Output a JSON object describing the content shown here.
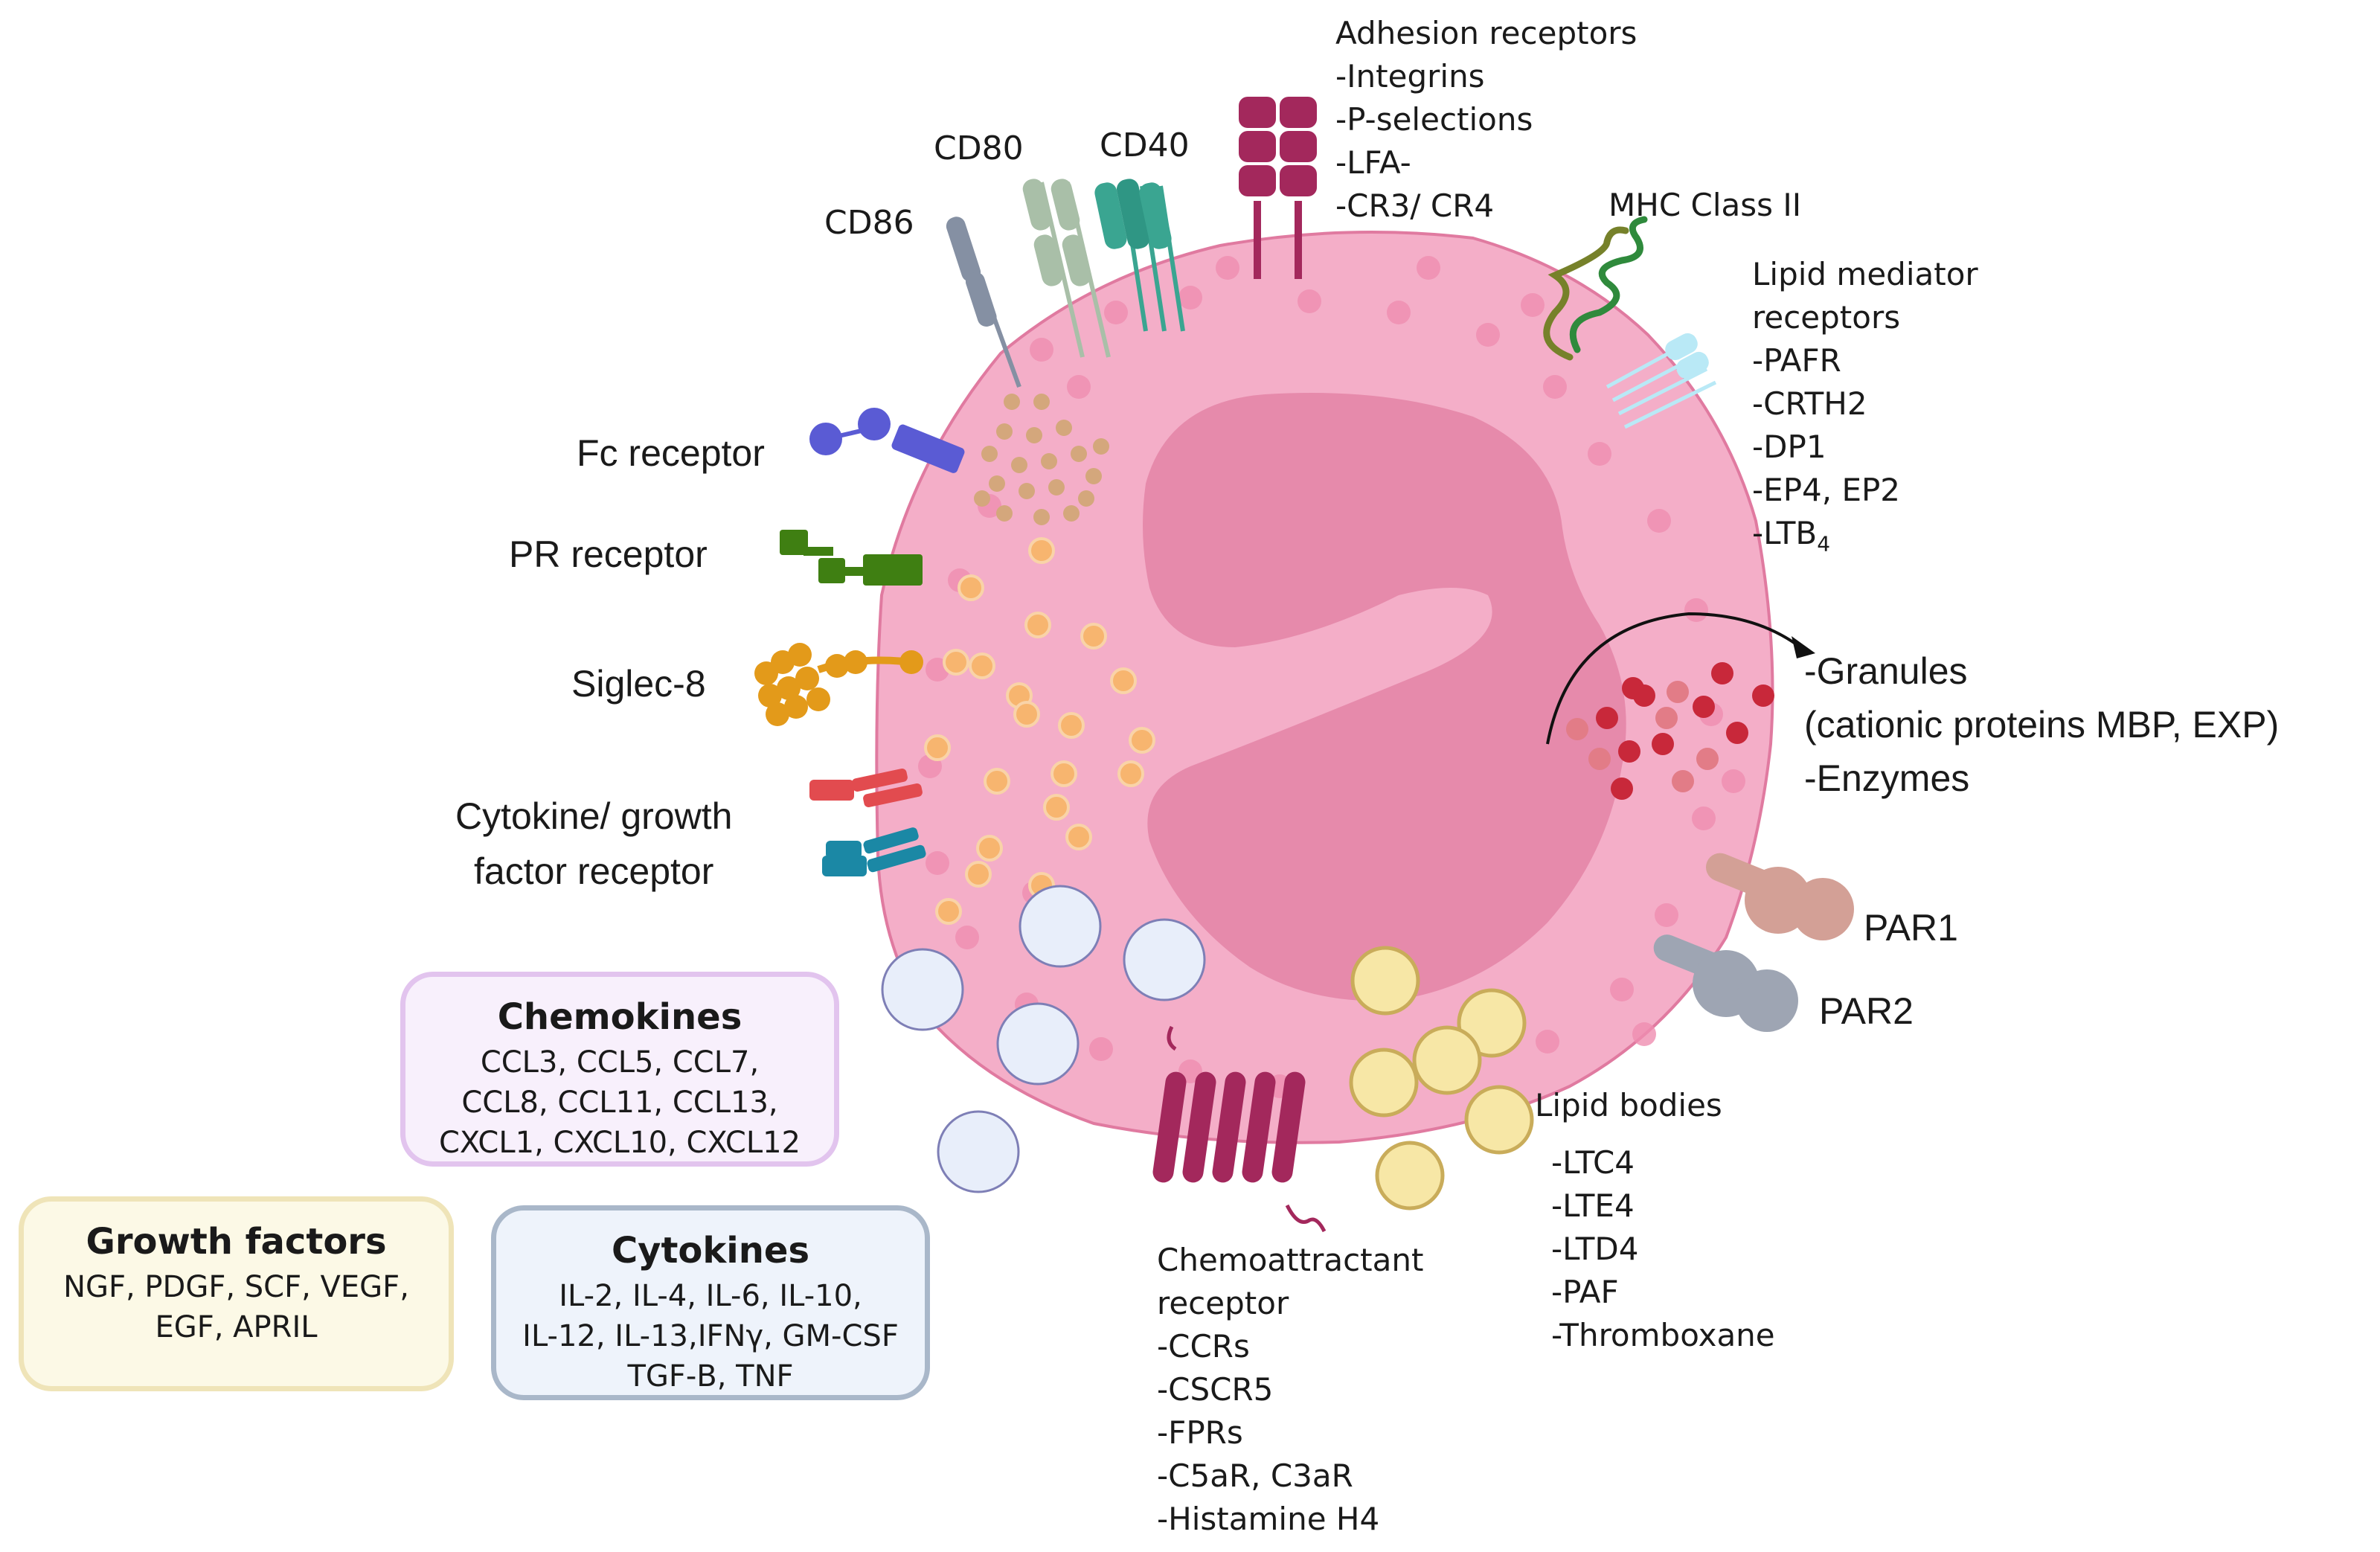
{
  "labels": {
    "adhesion": [
      "Adhesion receptors",
      "-Integrins",
      "-P-selections",
      "-LFA-",
      "-CR3/ CR4"
    ],
    "cd80": "CD80",
    "cd40": "CD40",
    "cd86": "CD86",
    "mhc": "MHC Class II",
    "lipid_mediator": [
      "Lipid mediator",
      "receptors",
      "-PAFR",
      "-CRTH2",
      "-DP1",
      "-EP4, EP2"
    ],
    "ltb_prefix": "-LTB",
    "ltb_sub": "4",
    "fc_receptor": "Fc receptor",
    "pr_receptor": "PR receptor",
    "siglec": "Siglec-8",
    "cytokine_receptor": [
      "Cytokine/ growth",
      "factor receptor"
    ],
    "granules": [
      "-Granules",
      "(cationic proteins MBP, EXP)",
      "-Enzymes"
    ],
    "par1": "PAR1",
    "par2": "PAR2",
    "lipid_bodies_title": "Lipid bodies",
    "lipid_bodies": [
      "-LTC4",
      "-LTE4",
      "-LTD4",
      "-PAF",
      "-Thromboxane"
    ],
    "chemoattractant": [
      "Chemoattractant",
      "receptor",
      "-CCRs",
      "-CSCR5",
      "-FPRs",
      "-C5aR, C3aR",
      "-Histamine H4"
    ]
  },
  "boxes": {
    "chemokines": {
      "title": "Chemokines",
      "body": "CCL3, CCL5, CCL7,\nCCL8, CCL11, CCL13,\nCXCL1, CXCL10, CXCL12"
    },
    "growth": {
      "title": "Growth factors",
      "body": "NGF, PDGF, SCF, VEGF,\nEGF, APRIL"
    },
    "cytokines": {
      "title": "Cytokines",
      "body": "IL-2, IL-4, IL-6, IL-10,\nIL-12, IL-13,IFNγ, GM-CSF\nTGF-Β, TNF"
    }
  },
  "colors": {
    "cell_fill": "#f4aec8",
    "cell_stroke": "#e07aa0",
    "nucleus": "#e68aab",
    "dot": "#ef8db0",
    "adhesion": "#a3285c",
    "cd86": "#8590a3",
    "cd80": "#a9bfa8",
    "cd40": "#3aa591",
    "mhc": "#2f8a3c",
    "fc": "#5a5bd4",
    "pr": "#3f7f12",
    "siglec": "#e39a1a",
    "cyto_red": "#e24b4f",
    "cyto_blue": "#1b88a5",
    "granule": "#c8283a",
    "par1": "#d3a096",
    "par2": "#9ea5b3",
    "vesicle": "#e8eefa",
    "lipid_body": "#f7e7a6",
    "chemo_box_fill": "#f8f0fc",
    "chemo_box_stroke": "#e2c4ee",
    "growth_box_fill": "#fcf9e6",
    "growth_box_stroke": "#efe4b8",
    "cyto_box_fill": "#eef3fb",
    "cyto_box_stroke": "#a9b7c9"
  }
}
